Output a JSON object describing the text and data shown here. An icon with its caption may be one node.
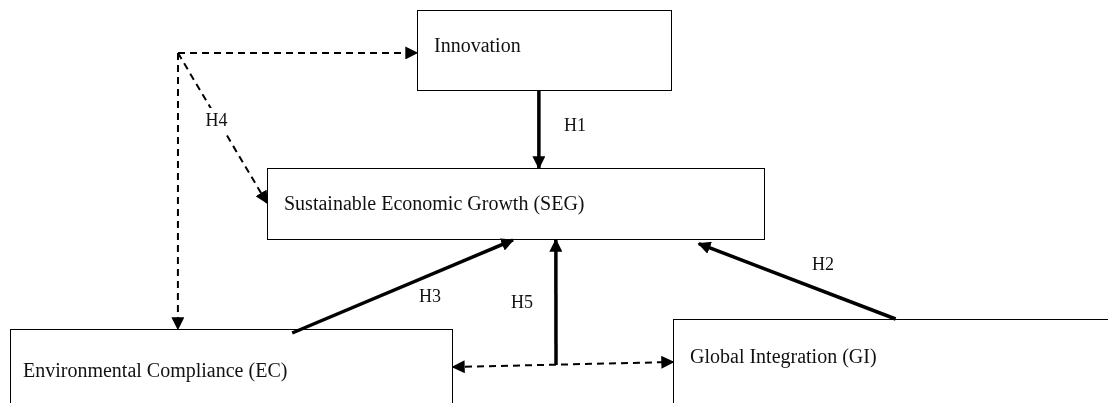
{
  "diagram": {
    "nodes": [
      {
        "text": [
          "Innovation"
        ]
      },
      {
        "text": [
          "Sustainable Economic Growth (SEG)"
        ]
      },
      {
        "text": [
          "Environmental Compliance (EC)"
        ]
      },
      {
        "text": [
          "Global Integration (GI)"
        ]
      }
    ],
    "edges": [
      {
        "from": null,
        "to": 0,
        "arrow": "to",
        "style": "dashed"
      },
      {
        "from": null,
        "to": 2,
        "arrow": "to",
        "style": "dashed"
      },
      {
        "from": null,
        "to": 1,
        "arrow": "to",
        "style": "dashed",
        "label": "H4"
      },
      {
        "from": 0,
        "to": 1,
        "arrow": "to",
        "label": "H1"
      },
      {
        "from": 2,
        "to": 1,
        "arrow": "to",
        "label": "H3"
      },
      {
        "from": 3,
        "to": 1,
        "arrow": "to",
        "label": "H2"
      },
      {
        "from": null,
        "to": 1,
        "arrow": "to",
        "label": "H5"
      },
      {
        "from": 2,
        "to": 3,
        "arrow": "both",
        "style": "dashed"
      }
    ]
  }
}
